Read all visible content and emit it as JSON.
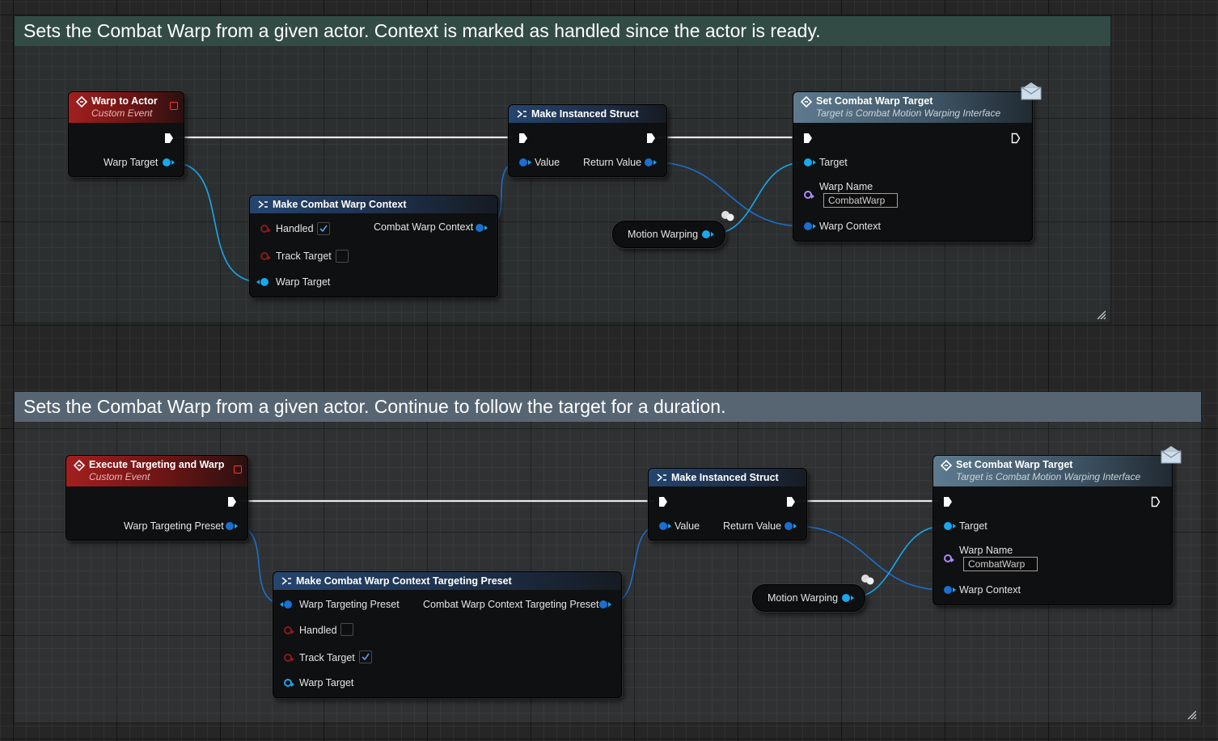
{
  "colors": {
    "exec_wire": "#e8e8e8",
    "object_wire": "#18a8f0",
    "struct_wire": "#1a6fd0"
  },
  "comments": [
    {
      "text": "Sets the Combat Warp from a given actor. Context is marked as handled since the actor is ready."
    },
    {
      "text": "Sets the Combat Warp from a given actor. Continue to follow the target for a duration."
    }
  ],
  "graph1": {
    "event": {
      "title": "Warp to Actor",
      "subtitle": "Custom Event",
      "pin": "Warp Target"
    },
    "make_context": {
      "title": "Make Combat Warp Context",
      "handled": "Handled",
      "handled_checked": true,
      "track_target": "Track Target",
      "track_checked": false,
      "warp_target": "Warp Target",
      "out": "Combat Warp Context"
    },
    "make_struct": {
      "title": "Make Instanced Struct",
      "value": "Value",
      "ret": "Return Value"
    },
    "var": {
      "label": "Motion Warping"
    },
    "set_target": {
      "title": "Set Combat Warp Target",
      "subtitle": "Target is Combat Motion Warping Interface",
      "target": "Target",
      "warp_name": "Warp Name",
      "warp_name_value": "CombatWarp",
      "warp_context": "Warp Context"
    }
  },
  "graph2": {
    "event": {
      "title": "Execute Targeting and Warp",
      "subtitle": "Custom Event",
      "pin": "Warp Targeting Preset"
    },
    "make_context": {
      "title": "Make Combat Warp Context Targeting Preset",
      "preset": "Warp Targeting Preset",
      "out": "Combat Warp Context Targeting Preset",
      "handled": "Handled",
      "handled_checked": false,
      "track_target": "Track Target",
      "track_checked": true,
      "warp_target": "Warp Target"
    },
    "make_struct": {
      "title": "Make Instanced Struct",
      "value": "Value",
      "ret": "Return Value"
    },
    "var": {
      "label": "Motion Warping"
    },
    "set_target": {
      "title": "Set Combat Warp Target",
      "subtitle": "Target is Combat Motion Warping Interface",
      "target": "Target",
      "warp_name": "Warp Name",
      "warp_name_value": "CombatWarp",
      "warp_context": "Warp Context"
    }
  }
}
